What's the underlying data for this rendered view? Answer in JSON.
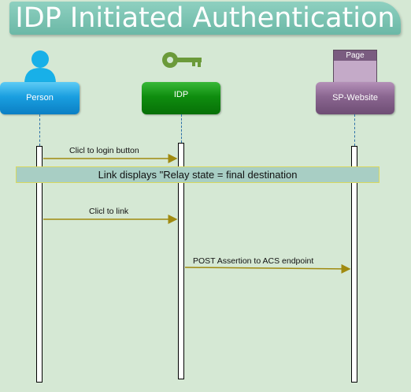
{
  "title": "IDP Initiated Authentication",
  "actors": {
    "person": "Person",
    "idp": "IDP",
    "sp": "SP-Website",
    "page": "Page"
  },
  "note": "Link displays \"Relay state = final destination",
  "messages": [
    {
      "from": "Person",
      "to": "IDP",
      "label": "Clicl to login button"
    },
    {
      "from": "Person",
      "to": "IDP",
      "label": "Clicl to link"
    },
    {
      "from": "IDP",
      "to": "SP-Website",
      "label": "POST Assertion to ACS endpoint"
    }
  ],
  "colors": {
    "background": "#d5e8d4",
    "banner": "#7cc4b2",
    "person": "#1a9fe0",
    "idp": "#0f8d0f",
    "sp": "#8a6690",
    "arrow": "#a08a10"
  },
  "icons": {
    "person": "person-icon",
    "idp": "key-icon",
    "page": "page-icon"
  }
}
